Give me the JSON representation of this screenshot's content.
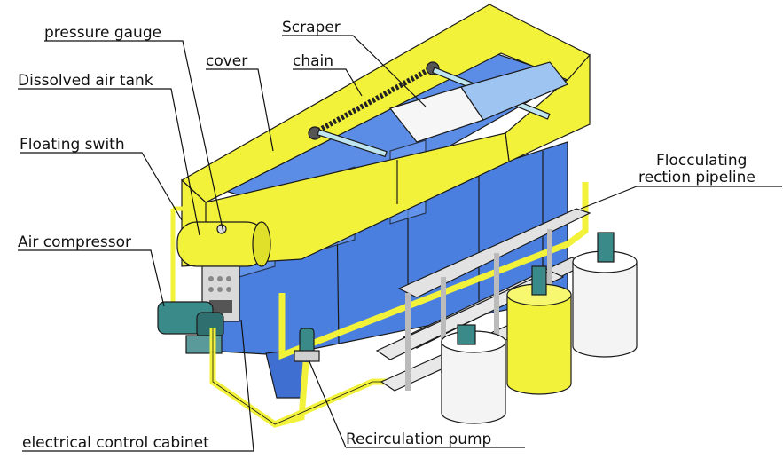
{
  "labels": {
    "pressure_gauge": "pressure gauge",
    "dissolved_air_tank": "Dissolved air tank",
    "floating_swith": "Floating swith",
    "air_compressor": "Air compressor",
    "cover": "cover",
    "chain": "chain",
    "scraper": "Scraper",
    "flocculating_line1": "Flocculating",
    "flocculating_line2": "rection pipeline",
    "electrical_control_cabinet": "electrical control cabinet",
    "recirculation_pump": "Recirculation pump"
  },
  "colors": {
    "yellow": "#f2f23a",
    "yellow_dark": "#c9c920",
    "blue": "#4a7fe0",
    "blue_dark": "#2f5fc0",
    "blue_light": "#6b9cf0",
    "white_tank": "#f4f4f4",
    "gray_pipe": "#d8d8d8",
    "motor": "#3a8a8a"
  }
}
